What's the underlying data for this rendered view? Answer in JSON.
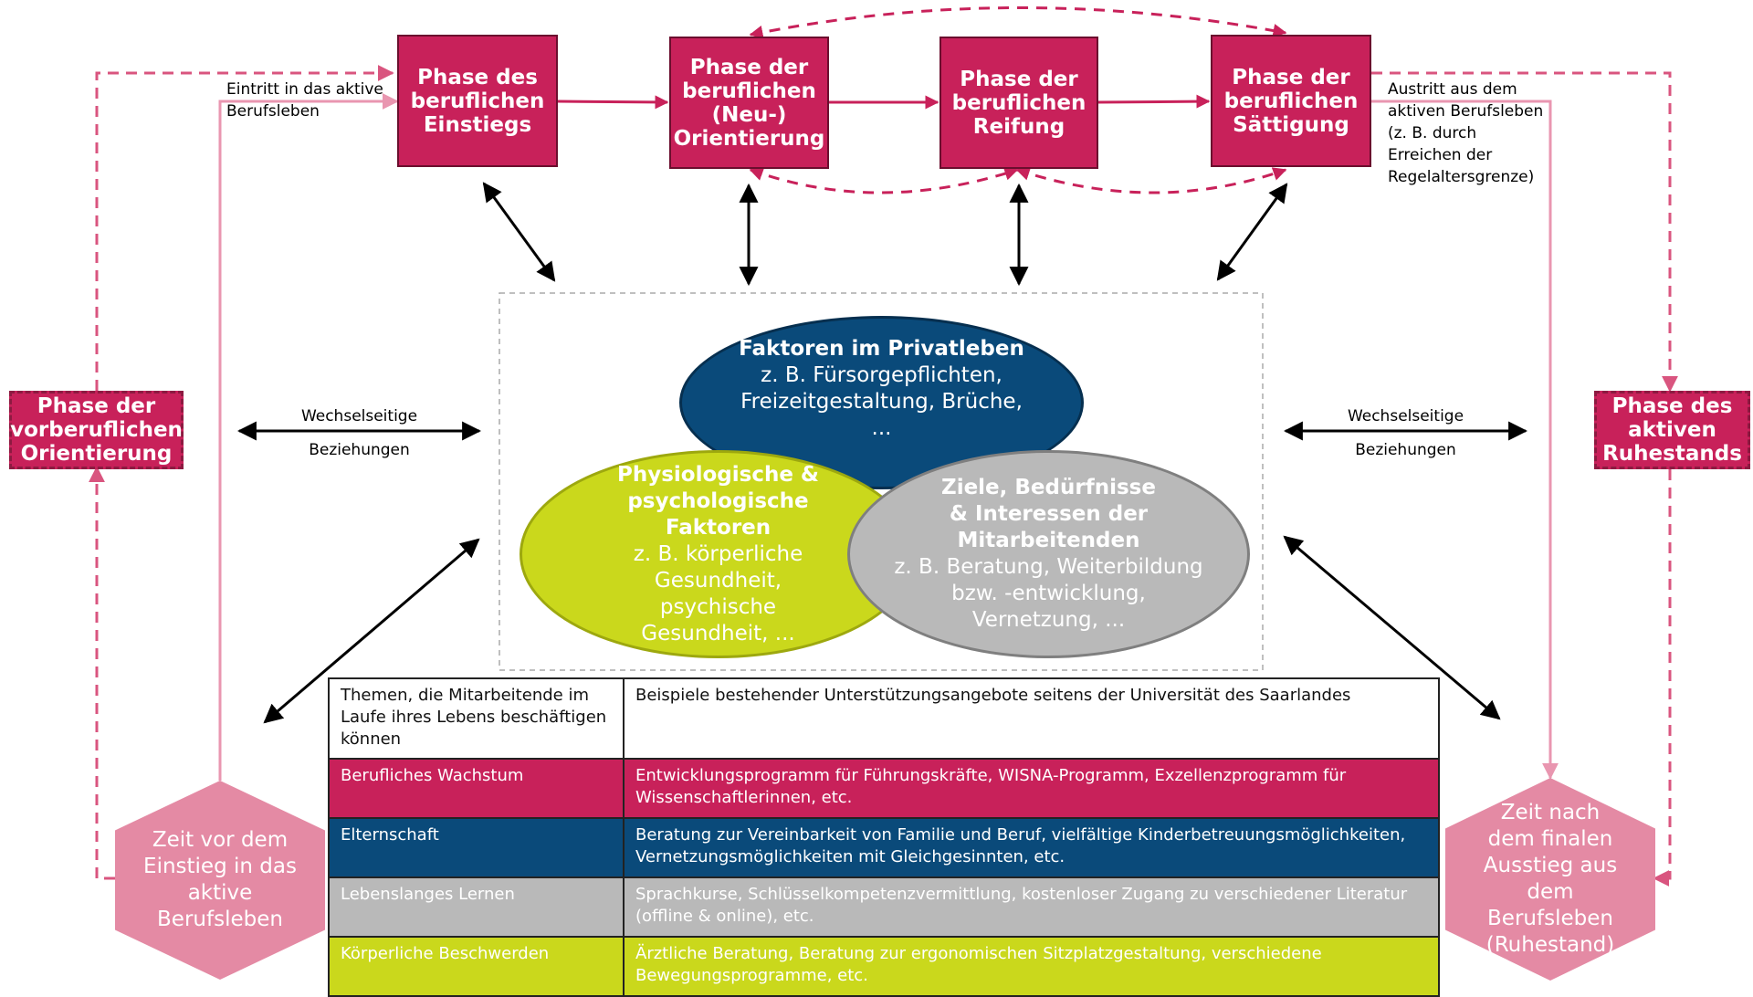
{
  "colors": {
    "phase": "#c8215a",
    "hexagon": "#e48aa4",
    "dark_blue": "#0a4a7a",
    "lime": "#cad81c",
    "grey": "#b9b9b9",
    "dashed_pink": "#d9557f",
    "light_pink": "#e996b0"
  },
  "phases": {
    "entry": "Phase des beruflichen Einstiegs",
    "orientation": "Phase der beruflichen (Neu-) Orientierung",
    "maturity": "Phase der beruflichen Reifung",
    "saturation": "Phase der beruflichen Sättigung",
    "pre": "Phase der vorberuflichen Orientierung",
    "retirement": "Phase des aktiven Ruhestands"
  },
  "labels": {
    "entry_note": "Eintritt in das aktive Berufsleben",
    "exit_note": "Austritt aus dem aktiven Berufsleben (z. B. durch Erreichen der Regelaltersgrenze)",
    "mutual_left_1": "Wechselseitige",
    "mutual_left_2": "Beziehungen",
    "mutual_right_1": "Wechselseitige",
    "mutual_right_2": "Beziehungen"
  },
  "ovals": {
    "private": {
      "title": "Faktoren im Privatleben",
      "body": "z. B. Fürsorgepflichten, Freizeitgestaltung, Brüche, ..."
    },
    "physio": {
      "title": "Physiologische & psychologische Faktoren",
      "body": "z. B. körperliche Gesundheit, psychische Gesundheit, ..."
    },
    "goals": {
      "title": "Ziele, Bedürfnisse & Interessen der Mitarbeitenden",
      "body": "z. B. Beratung, Weiterbildung bzw. -entwicklung, Vernetzung, ..."
    }
  },
  "hexagons": {
    "before": "Zeit vor dem Einstieg in das aktive Berufsleben",
    "after": "Zeit nach dem finalen Ausstieg aus dem Berufsleben (Ruhestand)"
  },
  "table": {
    "header": [
      "Themen, die Mitarbeitende im Laufe ihres Lebens beschäftigen können",
      "Beispiele bestehender Unterstützungsangebote seitens der Universität des Saarlandes"
    ],
    "rows": [
      {
        "topic": "Berufliches Wachstum",
        "offers": "Entwicklungsprogramm für Führungskräfte, WISNA-Programm, Exzellenzprogramm für Wissenschaftlerinnen, etc.",
        "color": "#c8215a"
      },
      {
        "topic": "Elternschaft",
        "offers": "Beratung zur Vereinbarkeit von Familie und Beruf, vielfältige Kinderbetreuungsmöglichkeiten, Vernetzungsmöglichkeiten mit Gleichgesinnten, etc.",
        "color": "#0a4a7a"
      },
      {
        "topic": "Lebenslanges Lernen",
        "offers": "Sprachkurse, Schlüsselkompetenzvermittlung, kostenloser Zugang zu verschiedener Literatur (offline & online), etc.",
        "color": "#b9b9b9"
      },
      {
        "topic": "Körperliche Beschwerden",
        "offers": "Ärztliche Beratung, Beratung zur ergonomischen Sitzplatzgestaltung, verschiedene Bewegungsprogramme, etc.",
        "color": "#cad81c"
      }
    ]
  }
}
